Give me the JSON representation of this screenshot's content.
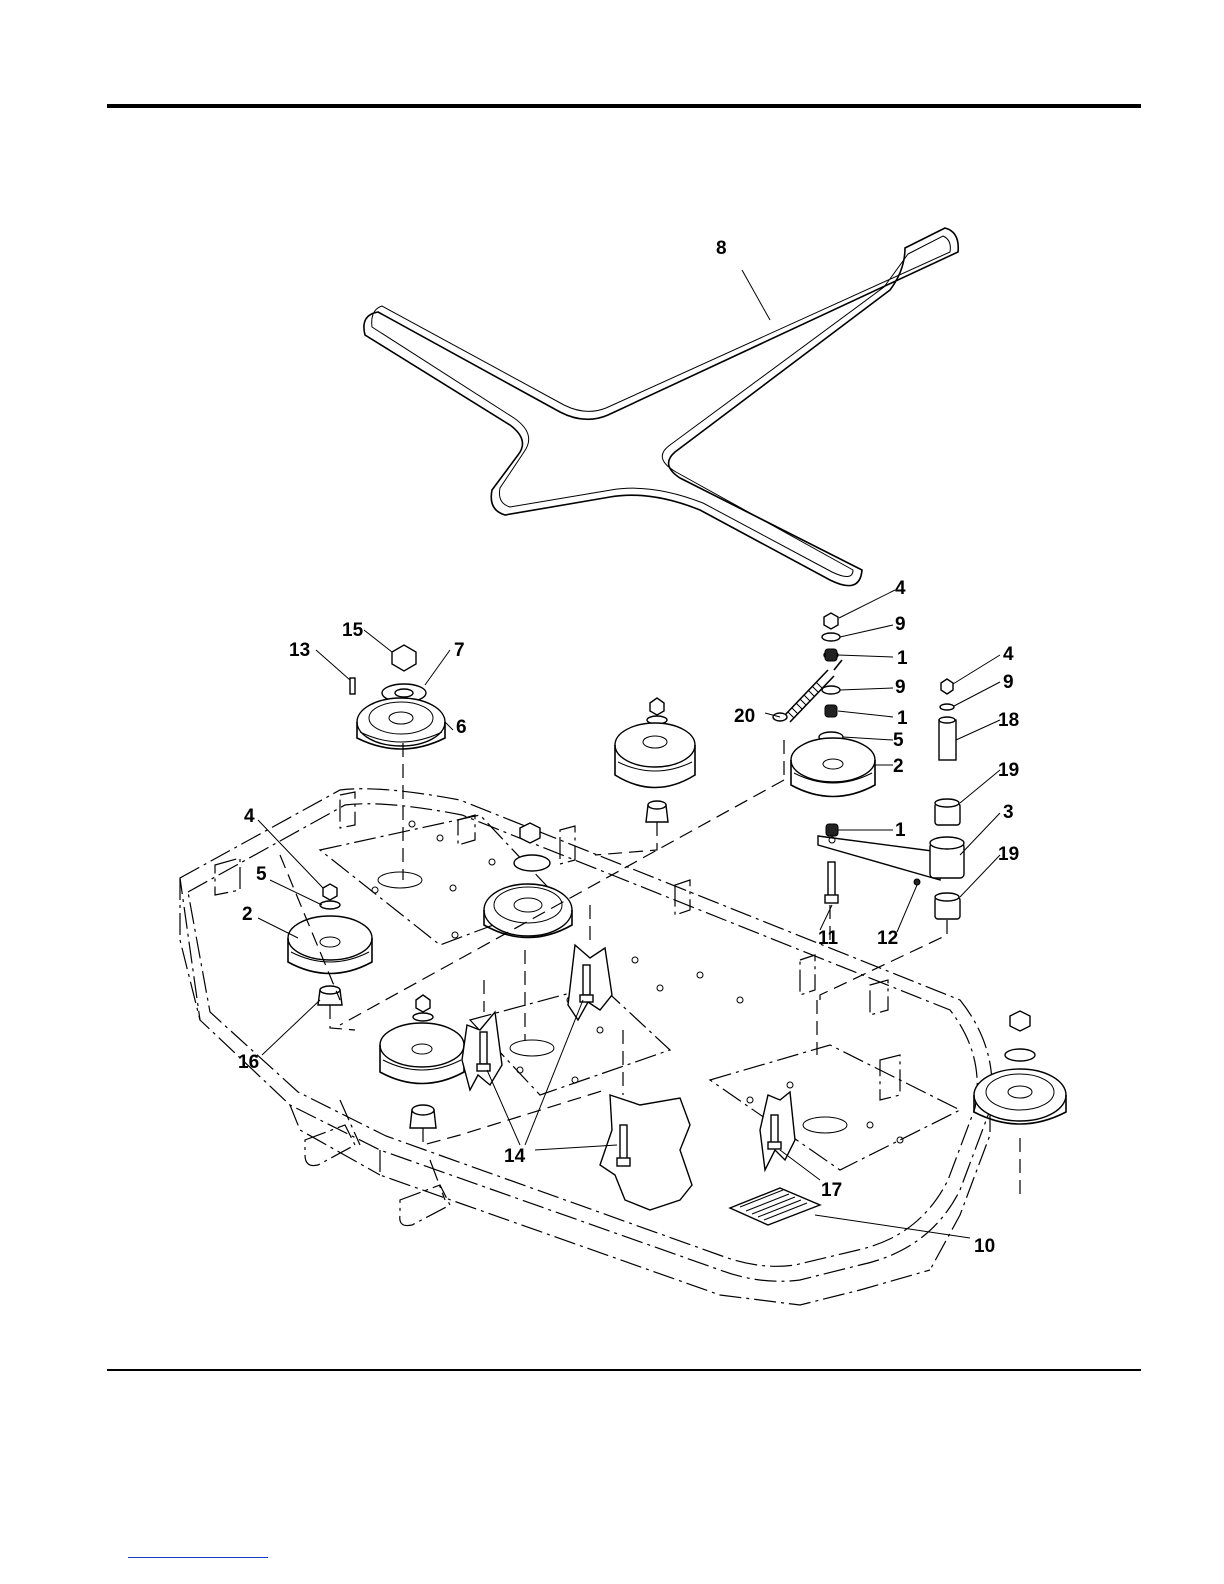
{
  "callouts": {
    "c8": "8",
    "c4a": "4",
    "c9a": "9",
    "c1a": "1",
    "c9b": "9",
    "c1b": "1",
    "c20": "20",
    "c5a": "5",
    "c2a": "2",
    "c1c": "1",
    "c4b": "4",
    "c9c": "9",
    "c18": "18",
    "c19a": "19",
    "c3": "3",
    "c19b": "19",
    "c11": "11",
    "c12": "12",
    "c15": "15",
    "c13": "13",
    "c7": "7",
    "c6": "6",
    "c4c": "4",
    "c5b": "5",
    "c2b": "2",
    "c16": "16",
    "c14": "14",
    "c17": "17",
    "c10": "10"
  }
}
